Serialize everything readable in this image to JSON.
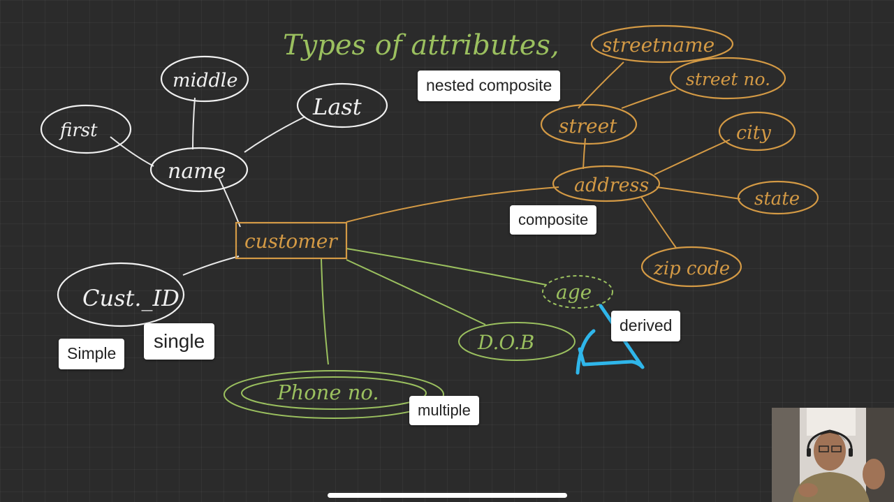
{
  "title": "Types of attributes,",
  "colors": {
    "white": "#f2f2f2",
    "orange": "#d49a45",
    "green": "#9bc05f",
    "blue": "#2fb6ea"
  },
  "nodes": {
    "first": "first",
    "middle": "middle",
    "last": "Last",
    "name": "name",
    "customer": "customer",
    "cust_id": "Cust._ID",
    "phone": "Phone no.",
    "dob": "D.O.B",
    "age": "age",
    "address": "address",
    "street": "street",
    "streetname": "streetname",
    "streetno": "street no.",
    "city": "city",
    "state": "state",
    "zipcode": "zip code"
  },
  "labels": {
    "nested_composite": "nested composite",
    "composite": "composite",
    "derived": "derived",
    "simple": "Simple",
    "single": "single",
    "multiple": "multiple"
  },
  "webcam": {
    "icon": "presenter-video"
  }
}
